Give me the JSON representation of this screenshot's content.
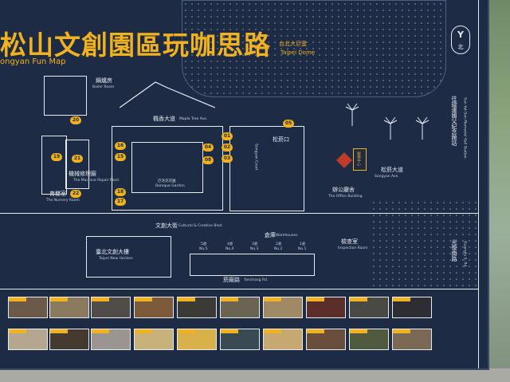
{
  "colors": {
    "board": "#1e2b45",
    "accent": "#f2b21e",
    "line": "#e8ecf2",
    "sign_red": "#c23b2a"
  },
  "title": "松山文創園區玩咖思路",
  "subtitle": "ongyan Fun Map",
  "compass": {
    "letter": "北",
    "icon": "north-compass-icon"
  },
  "labels": {
    "dome_zh": "台北大巨蛋",
    "dome_en": "Taipei Dome",
    "boiler_zh": "鍋爐房",
    "boiler_en": "Boiler Room",
    "maple_zh": "楓香大道",
    "maple_en": "Maple Tree Ave.",
    "cultural_zh": "文創大街",
    "cultural_en": "Cultural & Creative Blvd.",
    "warehouses_zh": "倉庫",
    "warehouses_en": "Warehouses",
    "yanchang_zh": "菸廠路",
    "yanchang_en": "Yanchang Rd.",
    "songyan_ave_zh": "松菸大道",
    "songyan_ave_en": "Songyan Ave.",
    "office_zh": "辦公廳舍",
    "office_en": "The Office Building",
    "inspection_zh": "檢查室",
    "inspection_en": "Inspection Room",
    "horizon_zh": "臺北文創大樓",
    "horizon_en": "Taipei New Horizon",
    "nursery_zh": "育嬰室",
    "nursery_en": "The Nursery Room",
    "repair_zh": "機械修理廠",
    "repair_en": "The Machine Repair Plant",
    "baroque_zh": "巴洛克花園",
    "baroque_en": "Baroque Garden",
    "songyan_court": "Songyan Court",
    "entrance_zh": "松菸口",
    "guangfu_zh": "光復南路",
    "guangfu_en": "Guangfu S. Rd.",
    "memorial_zh": "往捷運國父紀念館站",
    "memorial_en": "Sun Yat-Sen Memorial Hall Station",
    "info_center": "服務中心",
    "warehouse_numbers": [
      "5倉",
      "4倉",
      "3倉",
      "2倉",
      "1倉"
    ],
    "warehouse_no": [
      "No.5",
      "No.4",
      "No.3",
      "No.2",
      "No.1"
    ]
  },
  "markers": [
    "20",
    "19",
    "21",
    "22",
    "18",
    "01",
    "02",
    "03",
    "17",
    "16",
    "15",
    "05",
    "08",
    "04"
  ]
}
